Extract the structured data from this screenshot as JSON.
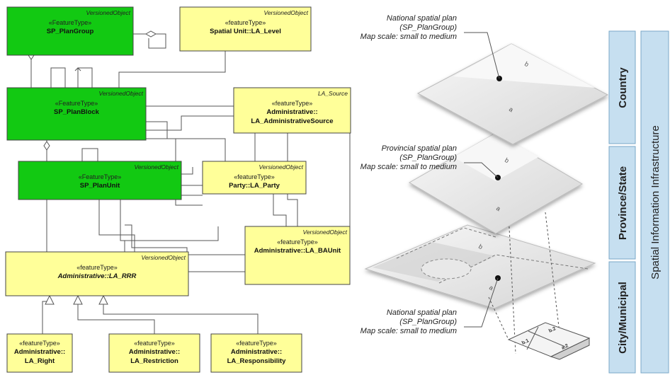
{
  "uml": {
    "classes": [
      {
        "id": "plangroup",
        "top": "VersionedObject",
        "stereotype": "«FeatureType»",
        "name": "SP_PlanGroup",
        "fill": "#12c912",
        "italic": false
      },
      {
        "id": "level",
        "top": "VersionedObject",
        "stereotype": "«featureType»",
        "name": "Spatial Unit::LA_Level",
        "fill": "#ffff99",
        "italic": false
      },
      {
        "id": "planblock",
        "top": "VersionedObject",
        "stereotype": "«FeatureType»",
        "name": "SP_PlanBlock",
        "fill": "#12c912",
        "italic": false
      },
      {
        "id": "source",
        "top": "LA_Source",
        "stereotype": "«featureType»",
        "name": "Administrative::",
        "name2": "LA_AdministrativeSource",
        "fill": "#ffff99",
        "italic": false
      },
      {
        "id": "planunit",
        "top": "VersionedObject",
        "stereotype": "«FeatureType»",
        "name": "SP_PlanUnit",
        "fill": "#12c912",
        "italic": false
      },
      {
        "id": "party",
        "top": "VersionedObject",
        "stereotype": "«featureType»",
        "name": "Party::LA_Party",
        "fill": "#ffff99",
        "italic": false
      },
      {
        "id": "baunit",
        "top": "VersionedObject",
        "stereotype": "«featureType»",
        "name": "Administrative::LA_BAUnit",
        "fill": "#ffff99",
        "italic": false
      },
      {
        "id": "rrr",
        "top": "VersionedObject",
        "stereotype": "«featureType»",
        "name": "Administrative::LA_RRR",
        "fill": "#ffff99",
        "italic": true
      },
      {
        "id": "right",
        "top": "",
        "stereotype": "«featureType»",
        "name": "Administrative::",
        "name2": "LA_Right",
        "fill": "#ffff99",
        "italic": false
      },
      {
        "id": "restriction",
        "top": "",
        "stereotype": "«featureType»",
        "name": "Administrative::",
        "name2": "LA_Restriction",
        "fill": "#ffff99",
        "italic": false
      },
      {
        "id": "responsibility",
        "top": "",
        "stereotype": "«featureType»",
        "name": "Administrative::",
        "name2": "LA_Responsibility",
        "fill": "#ffff99",
        "italic": false
      }
    ]
  },
  "illustration": {
    "notes": [
      {
        "id": "note-top",
        "lines": [
          "National spatial plan",
          "(SP_PlanGroup)",
          "Map scale: small to medium"
        ]
      },
      {
        "id": "note-mid",
        "lines": [
          "Provincial spatial plan",
          "(SP_PlanGroup)",
          "Map scale: small to medium"
        ]
      },
      {
        "id": "note-bottom",
        "lines": [
          "National spatial plan",
          "(SP_PlanGroup)",
          "Map scale: small to medium"
        ]
      }
    ],
    "plate_labels": {
      "a": "a",
      "b": "b",
      "b1": "b.1",
      "b2": "b.2",
      "a2": "a.2"
    },
    "levels": [
      "Country",
      "Province/State",
      "City/Municipal"
    ],
    "infrastructure": "Spatial Information Infrastructure",
    "colors": {
      "level_fill": "#c6dff0",
      "level_stroke": "#7aa7c7",
      "plate_light": "#f2f2f2",
      "plate_dark": "#c8c8c8"
    }
  }
}
